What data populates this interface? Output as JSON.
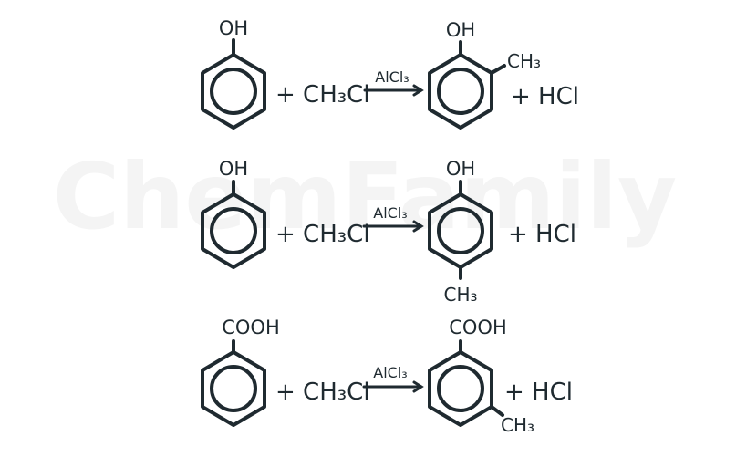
{
  "watermark": "ChemFamily",
  "colors": {
    "ink": "#1f2a30",
    "watermark": "#f4f4f4",
    "background": "#ffffff"
  },
  "reactions": [
    {
      "reactant_substituent": "OH",
      "reagent": "+ CH₃Cl",
      "catalyst": "AlCl₃",
      "product_substituent": "OH",
      "product_methyl": "CH₃",
      "byproduct": "+ HCl"
    },
    {
      "reactant_substituent": "OH",
      "reagent": "+ CH₃Cl",
      "catalyst": "AlCl₃",
      "product_substituent": "OH",
      "product_methyl": "CH₃",
      "byproduct": "+ HCl"
    },
    {
      "reactant_substituent": "COOH",
      "reagent": "+ CH₃Cl",
      "catalyst": "AlCl₃",
      "product_substituent": "COOH",
      "product_methyl": "CH₃",
      "byproduct": "+ HCl"
    }
  ]
}
